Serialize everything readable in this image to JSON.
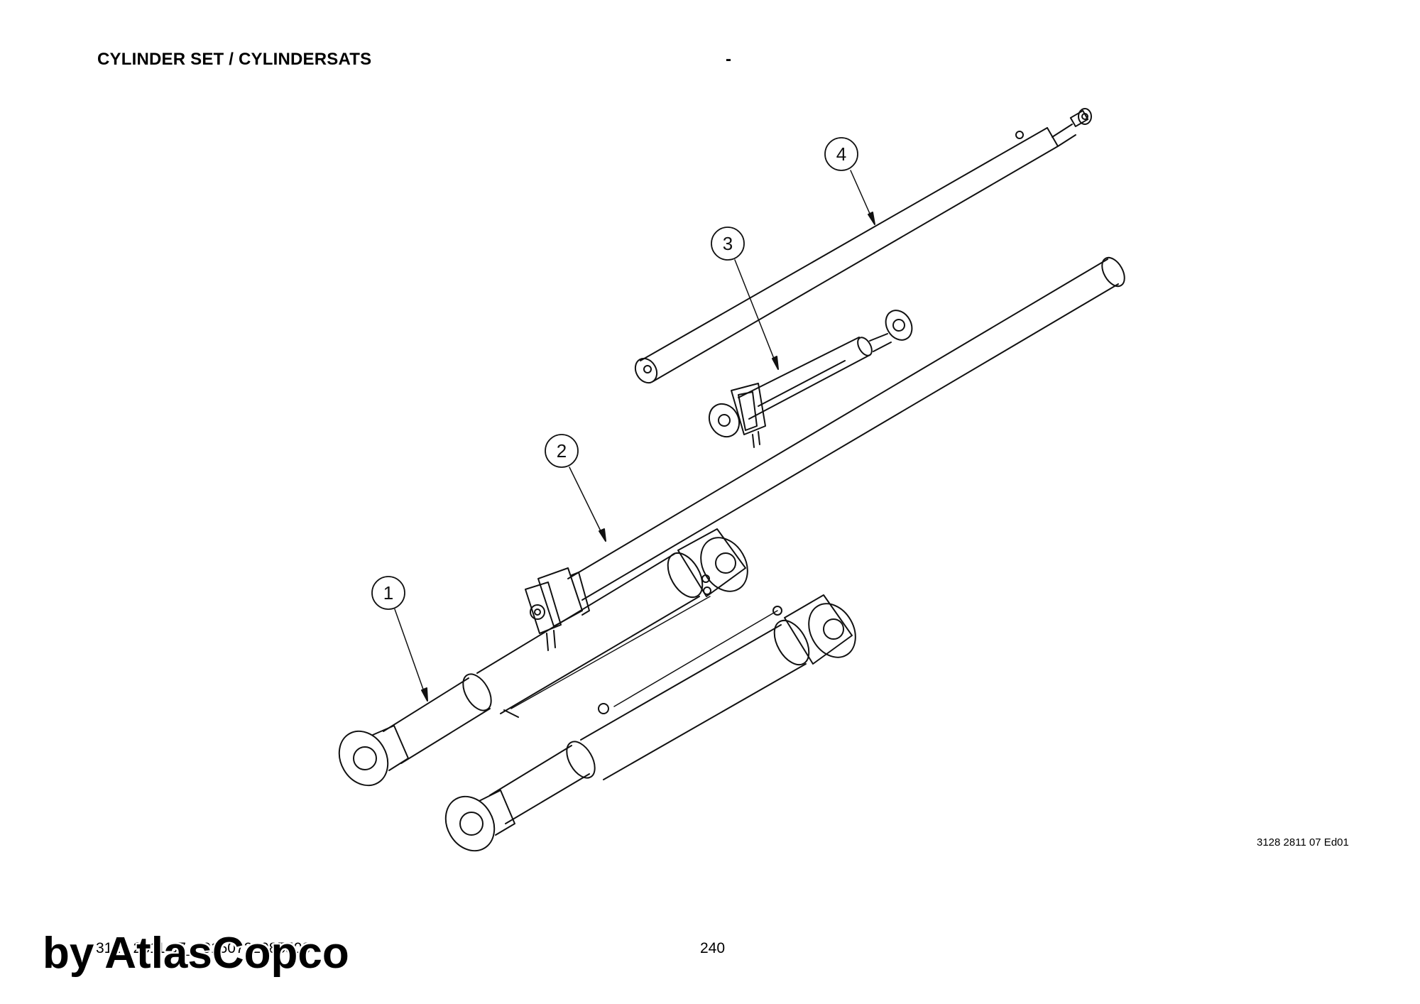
{
  "header": {
    "title": "CYLINDER SET / CYLINDERSATS",
    "dash": "-"
  },
  "drawing": {
    "code": "3128 2811 07 Ed01",
    "callouts": [
      "1",
      "2",
      "3",
      "4"
    ]
  },
  "footer": {
    "doc_id": "3128 2811 07_20150722085503",
    "page_number": "240"
  },
  "watermark": {
    "text": "by AtlasCopco"
  }
}
